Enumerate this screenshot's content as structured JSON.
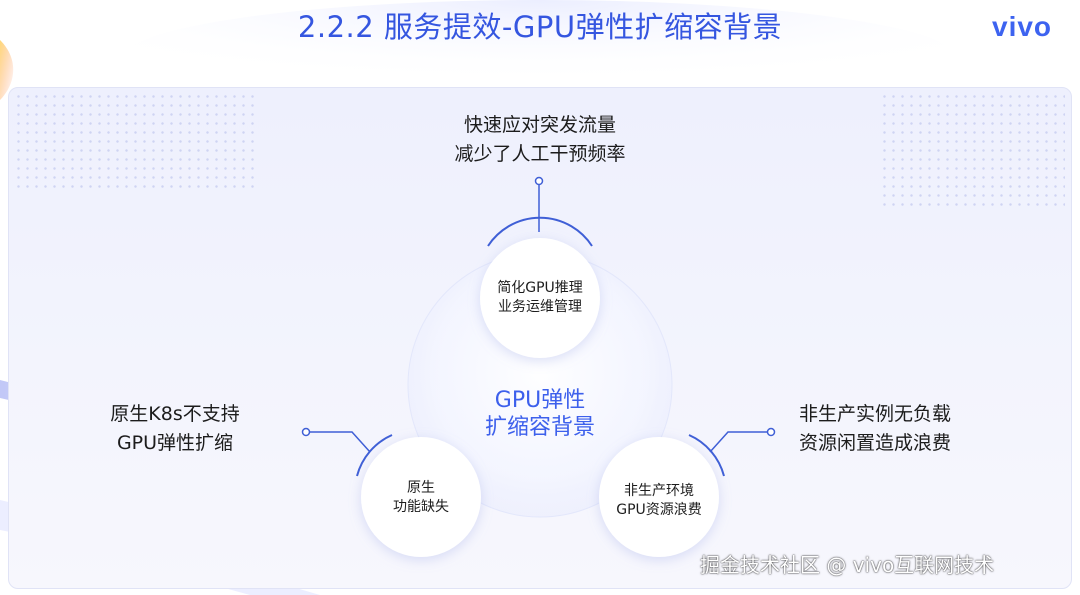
{
  "title": "2.2.2 服务提效-GPU弹性扩缩容背景",
  "logo": "vivo",
  "center": {
    "line1": "GPU弹性",
    "line2": "扩缩容背景"
  },
  "nodes": [
    {
      "id": "top",
      "line1": "简化GPU推理",
      "line2": "业务运维管理"
    },
    {
      "id": "left",
      "line1": "原生",
      "line2": "功能缺失"
    },
    {
      "id": "right",
      "line1": "非生产环境",
      "line2": "GPU资源浪费"
    }
  ],
  "callouts": [
    {
      "id": "top",
      "line1": "快速应对突发流量",
      "line2": "减少了人工干预频率"
    },
    {
      "id": "left",
      "line1": "原生K8s不支持",
      "line2": "GPU弹性扩缩"
    },
    {
      "id": "right",
      "line1": "非生产实例无负载",
      "line2": "资源闲置造成浪费"
    }
  ],
  "watermark": "掘金技术社区 @ vivo互联网技术",
  "colors": {
    "accent": "#3d60ec",
    "connector": "#3f5fd6"
  }
}
